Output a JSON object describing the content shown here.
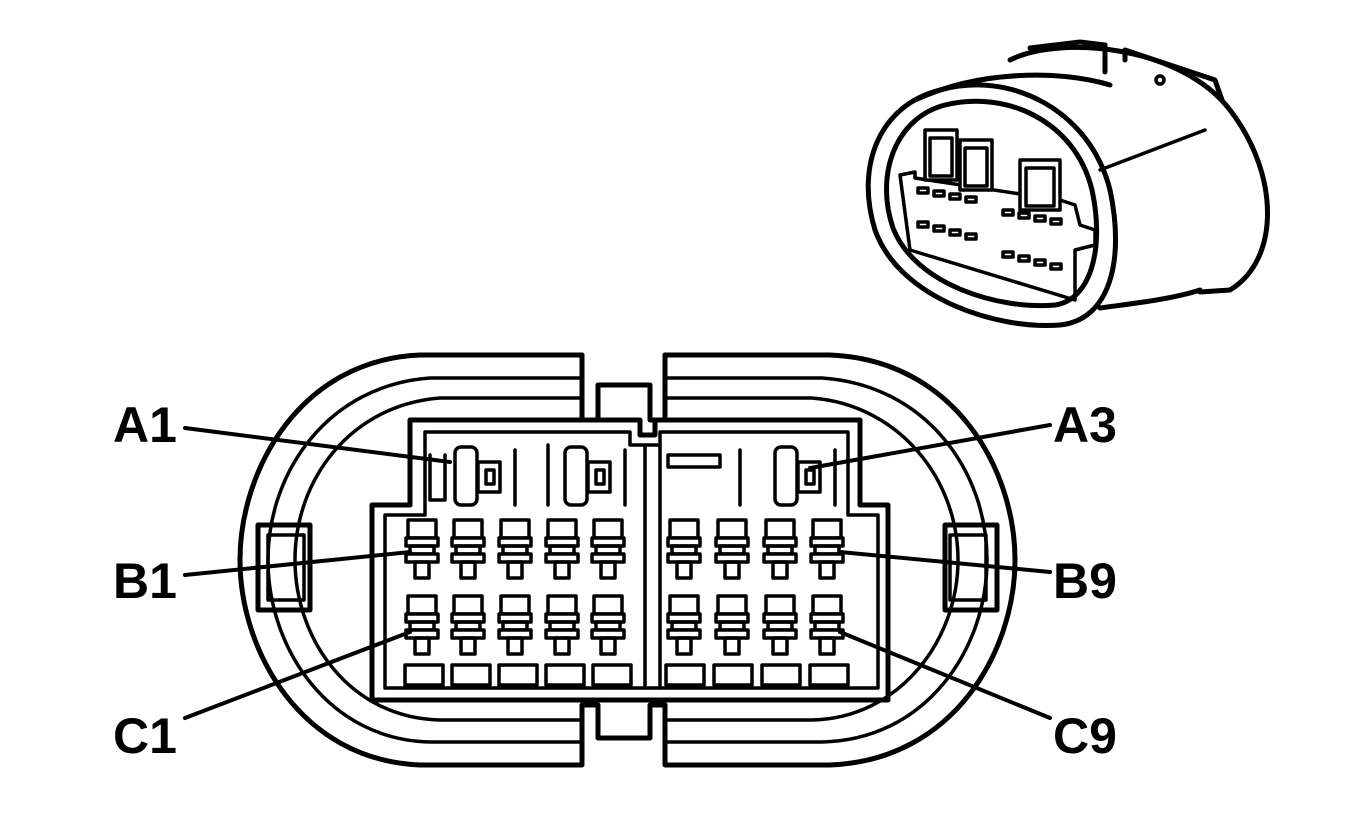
{
  "pin_labels": {
    "a1": "A1",
    "a3": "A3",
    "b1": "B1",
    "b9": "B9",
    "c1": "C1",
    "c9": "C9"
  }
}
